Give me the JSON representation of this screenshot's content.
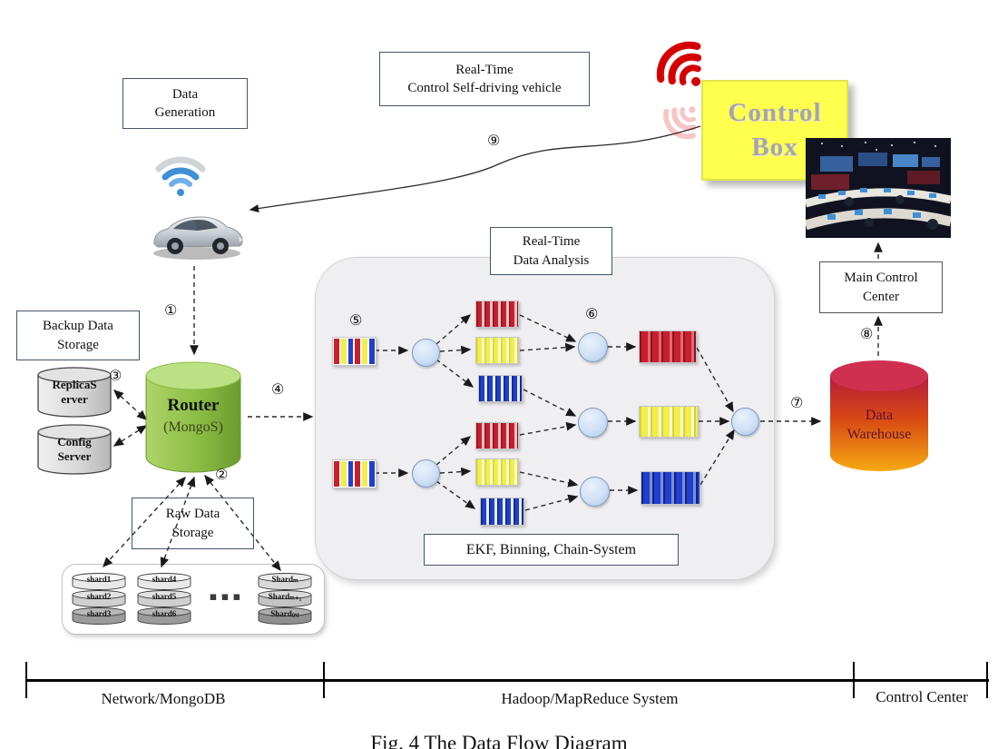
{
  "figure": {
    "caption": "Fig. 4 The Data Flow Diagram"
  },
  "labels": {
    "data_generation": [
      "Data",
      "Generation"
    ],
    "realtime_control": [
      "Real-Time",
      "Control Self-driving vehicle"
    ],
    "control_box": [
      "Control",
      "Box"
    ],
    "main_control_center": [
      "Main Control",
      "Center"
    ],
    "backup_data_storage": [
      "Backup Data",
      "Storage"
    ],
    "raw_data_storage": [
      "Raw Data",
      "Storage"
    ],
    "realtime_analysis": [
      "Real-Time",
      "Data Analysis"
    ],
    "ekf": "EKF, Binning, Chain-System",
    "router": [
      "Router",
      "(MongoS)"
    ],
    "replica_server": [
      "ReplicaS",
      "erver"
    ],
    "config_server": [
      "Config",
      "Server"
    ],
    "data_warehouse": [
      "Data",
      "Warehouse"
    ]
  },
  "steps": [
    "①",
    "②",
    "③",
    "④",
    "⑤",
    "⑥",
    "⑦",
    "⑧",
    "⑨"
  ],
  "shards": {
    "col1": [
      "shard1",
      "shard2",
      "shard3"
    ],
    "col2": [
      "shard4",
      "shard5",
      "shard6"
    ],
    "ellipsis": "▪ ▪ ▪",
    "col3": [
      "Shardₘ",
      "Shardₘ₊₁",
      "Shard₍ₙ₎"
    ]
  },
  "sections": [
    "Network/MongoDB",
    "Hadoop/MapReduce System",
    "Control Center"
  ],
  "colors": {
    "box_border": "#44546a",
    "control_box_bg": "#ffff4d",
    "control_box_text": "#a6a6a6",
    "node_blue": "#cfe0f5",
    "stripe_red": "#c81f2d",
    "stripe_yellow": "#f2ee4a",
    "stripe_blue": "#1f3fcc",
    "router_green": "#8bbd44",
    "warehouse_red": "#c2203f",
    "warehouse_orange": "#f7a912",
    "wifi_blue": "#3f8fd6",
    "wifi_red": "#d40000"
  }
}
